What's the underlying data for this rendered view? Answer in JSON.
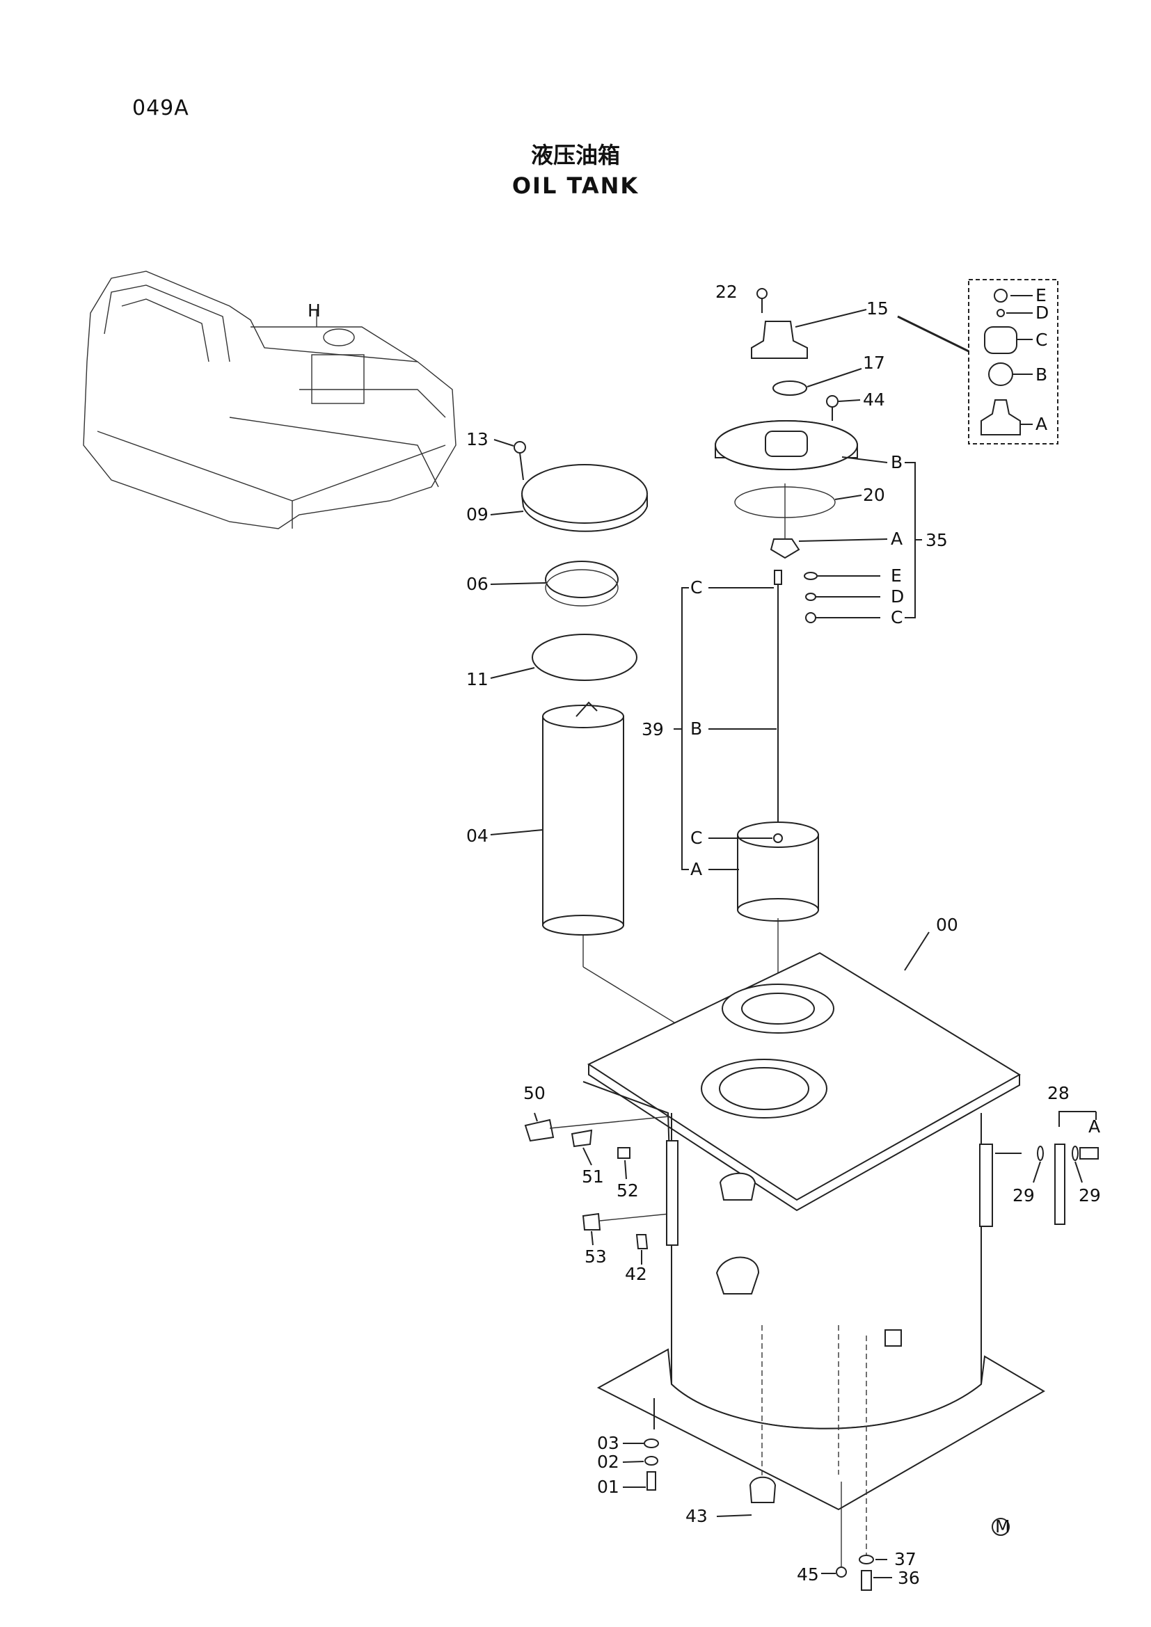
{
  "header": {
    "page_code": "049A",
    "title_cn": "液压油箱",
    "title_en": "OIL TANK"
  },
  "labels": {
    "l22": "22",
    "l15": "15",
    "l17": "17",
    "l44": "44",
    "l20": "20",
    "l35": "35",
    "l13": "13",
    "l09": "09",
    "l06": "06",
    "l11": "11",
    "l04": "04",
    "l39": "39",
    "l00": "00",
    "l50": "50",
    "l51": "51",
    "l52": "52",
    "l53": "53",
    "l42": "42",
    "l28": "28",
    "l29a": "29",
    "l29b": "29",
    "l03": "03",
    "l02": "02",
    "l01": "01",
    "l43": "43",
    "l37": "37",
    "l45": "45",
    "l36": "36",
    "s35a": "A",
    "s35b": "B",
    "s35c": "C",
    "s35d": "D",
    "s35e": "E",
    "s39a": "A",
    "s39b": "B",
    "s39c1": "C",
    "s39c2": "C",
    "s15a": "A",
    "s15b": "B",
    "s15c": "C",
    "s15d": "D",
    "s15e": "E",
    "s28a": "A",
    "m_mark": "M",
    "inset_h": "H"
  }
}
